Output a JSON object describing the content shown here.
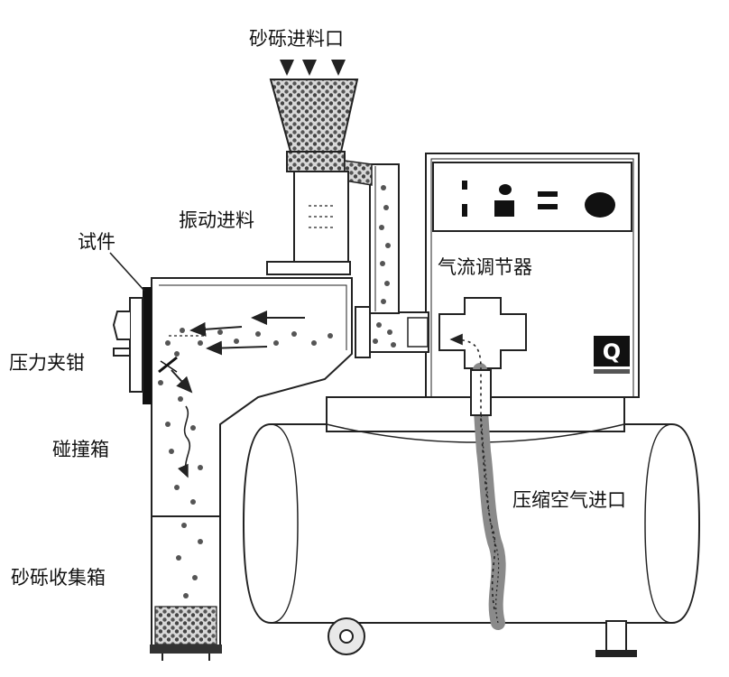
{
  "labels": {
    "inlet": "砂砾进料口",
    "vibrating_feed": "振动进料",
    "specimen": "试件",
    "clamp": "压力夹钳",
    "collision_box": "碰撞箱",
    "collection_box": "砂砾收集箱",
    "flow_regulator": "气流调节器",
    "air_inlet": "压缩空气进口"
  },
  "logo": {
    "letter": "Q"
  },
  "colors": {
    "line": "#222222",
    "grit": "#555555",
    "hose": "#8a8a8a"
  }
}
